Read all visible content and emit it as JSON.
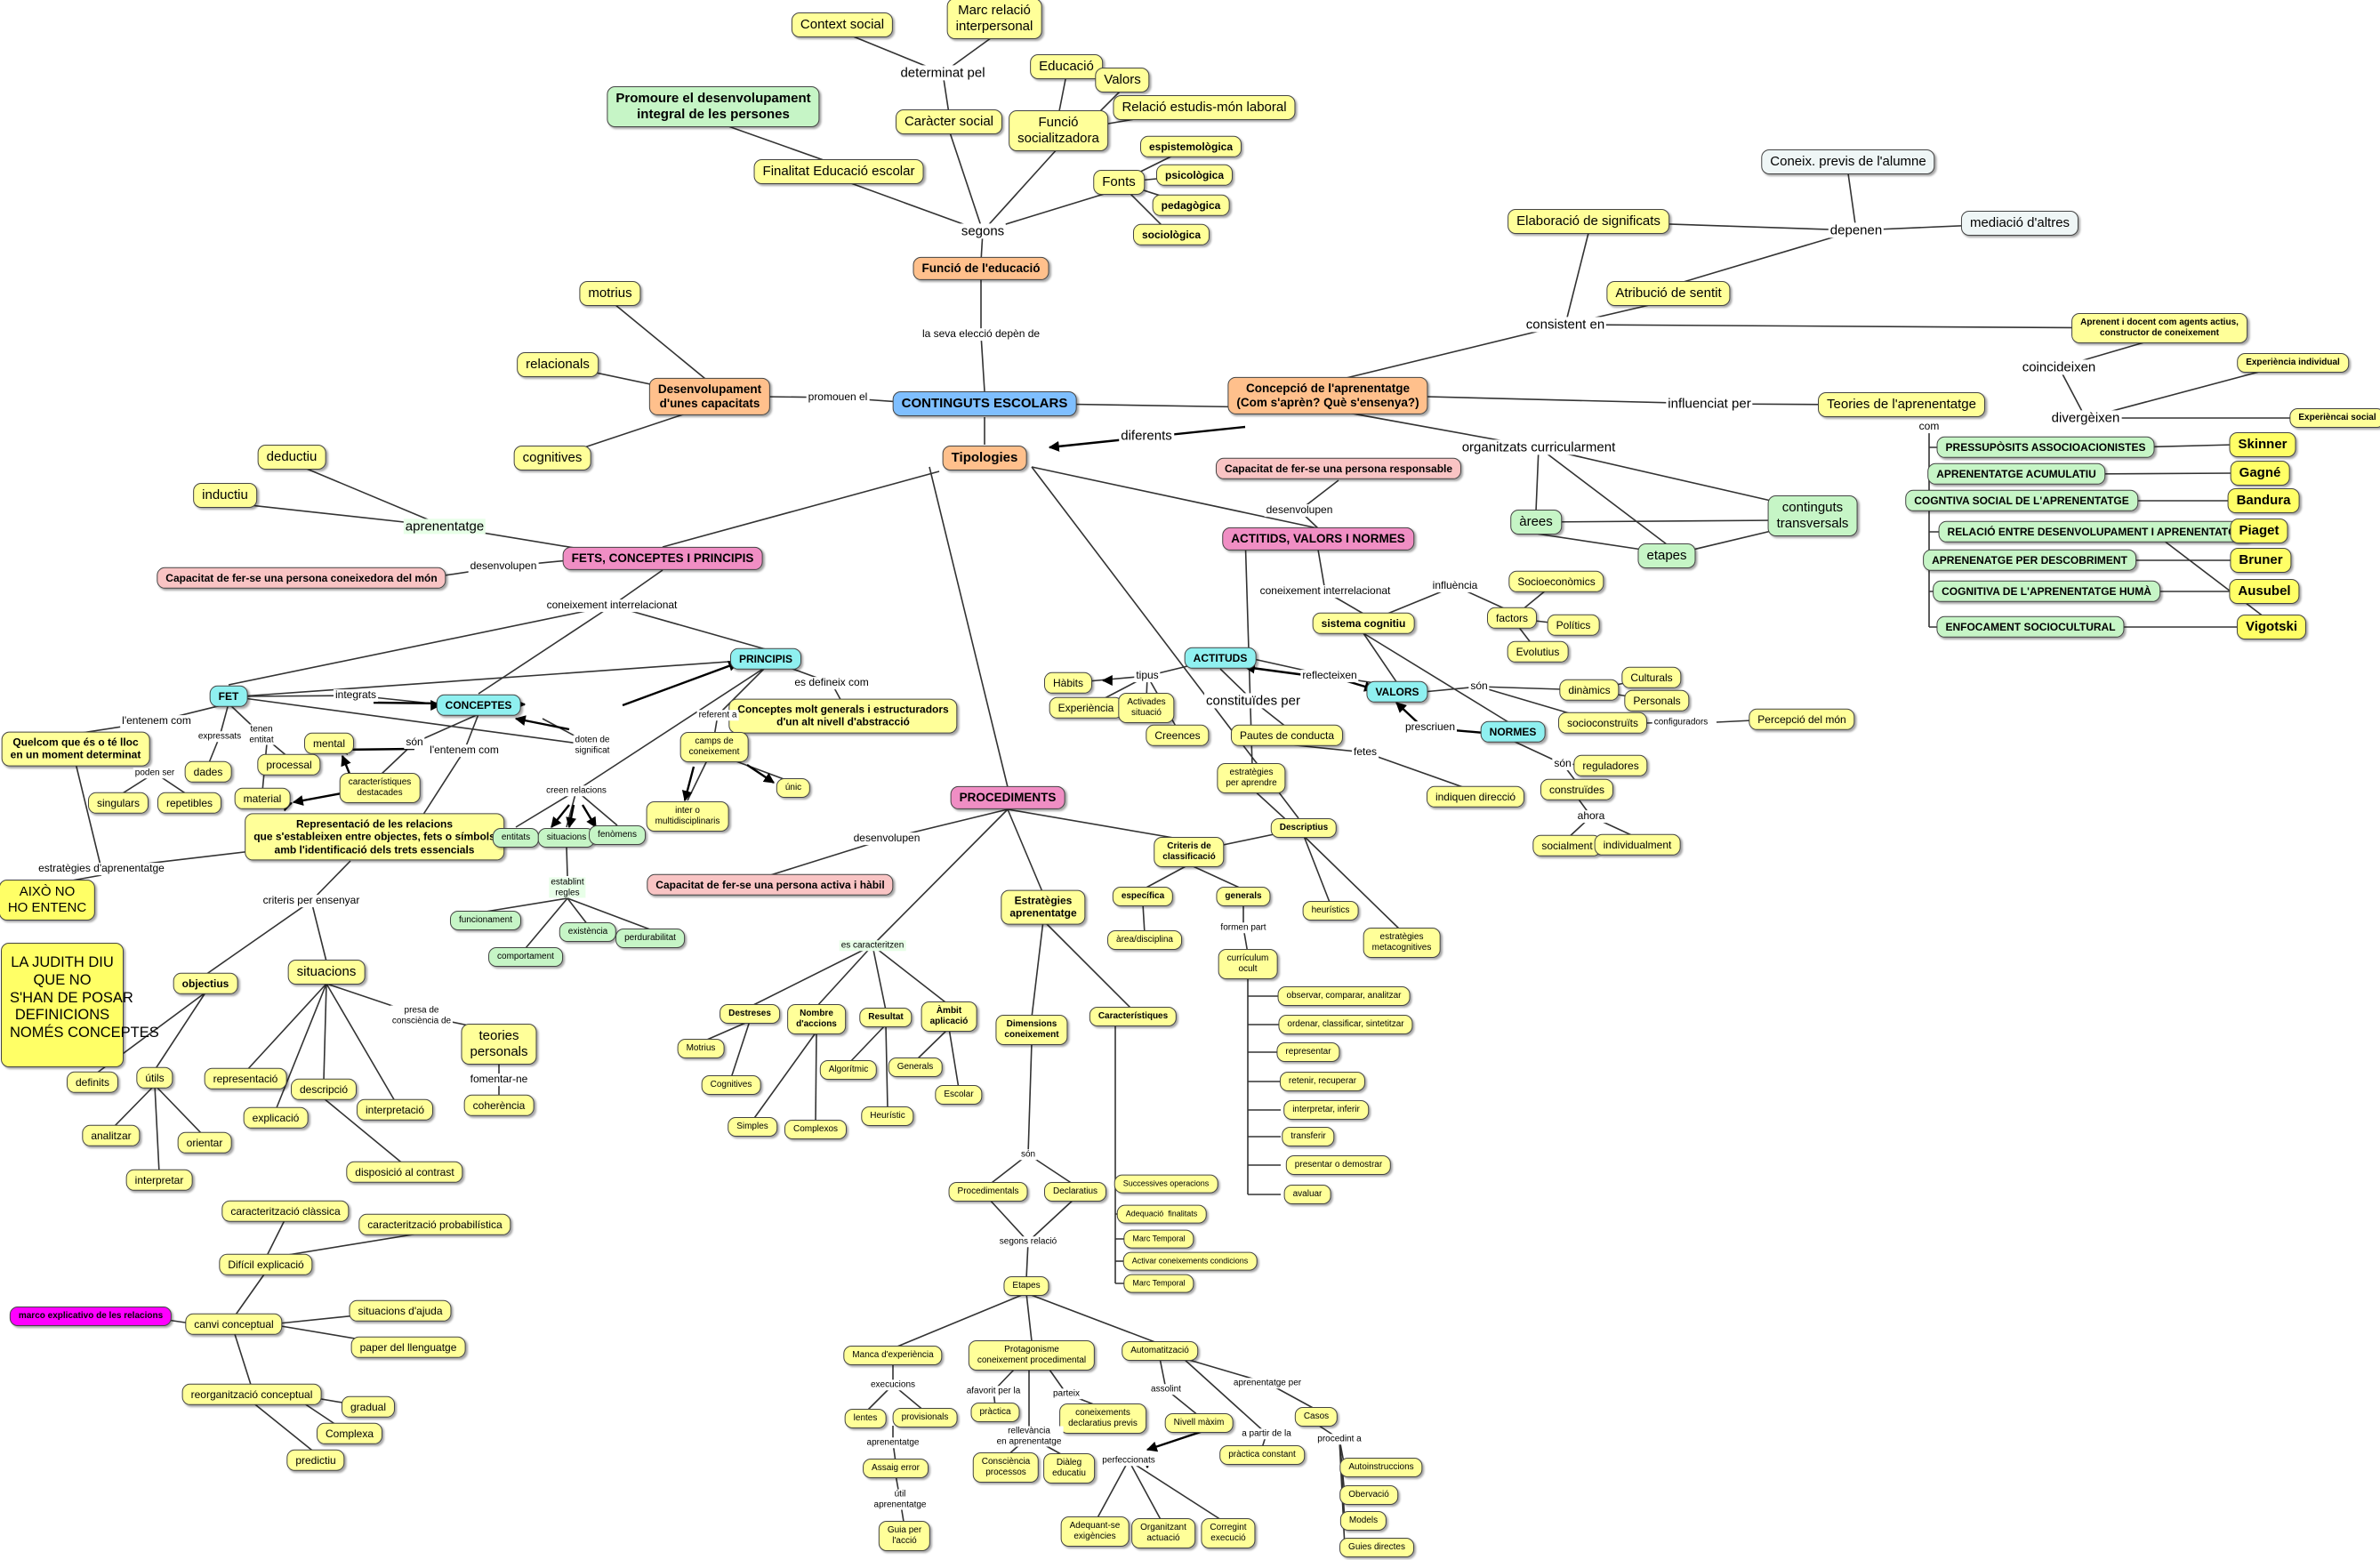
{
  "nodes": {
    "context_social": "Context social",
    "marc_relacio": "Marc relació\ninterpersonal",
    "determinat_pel": "determinat pel",
    "educacio": "Educació",
    "valors_f": "Valors",
    "relacio_estudis": "Relació estudis-món laboral",
    "promoure": "Promoure el desenvolupament\nintegral de les persones",
    "caracter_social": "Caràcter social",
    "funcio_socialitzadora": "Funció\nsocialitzadora",
    "espistemologica": "espistemològica",
    "fonts": "Fonts",
    "psicologica": "psicològica",
    "pedagogica": "pedagògica",
    "sociologica": "sociològica",
    "finalitat": "Finalitat Educació escolar",
    "segons": "segons",
    "funcio_educacio": "Funció de l'educació",
    "seva_eleccio": "la seva elecció depèn de",
    "coneix_previs": "Coneix. previs de l'alumne",
    "elaboracio": "Elaboració de significats",
    "depenen": "depenen",
    "mediacio": "mediació d'altres",
    "atribucio": "Atribució de sentit",
    "consisteix": "consistent en",
    "aprenent_docent": "Aprenent i docent com agents actius,\nconstructor de coneixement",
    "coincideixen": "coincideixen",
    "exp_individual": "Experiència individual",
    "divergeixen": "divergèixen",
    "exp_social": "Experièncai social",
    "motrius": "motrius",
    "relacionals": "relacionals",
    "cognitives": "cognitives",
    "desenvolupament": "Desenvolupament\nd'unes capacitats",
    "promouen": "promouen el",
    "continguts": "CONTINGUTS ESCOLARS",
    "concepcio": "Concepció de l'aprenentatge\n(Com s'aprèn? Què s'ensenya?)",
    "influenciat": "influenciat per",
    "teories": "Teories de l'aprenentatge",
    "com": "com",
    "pressuposits": "PRESSUPÒSITS ASSOCIOACIONISTES",
    "acumulatiu": "APRENENTATGE ACUMULATIU",
    "cognitiva_social": "COGNTIVA SOCIAL DE L'APRENENTATGE",
    "relacio_desenv": "RELACIÓ ENTRE DESENVOLUPAMENT I APRENENTATGE",
    "descobriment": "APRENENATGE PER DESCOBRIMENT",
    "cognitiva_huma": "COGNITIVA DE L'APRENENTATGE HUMÀ",
    "sociocultural": "ENFOCAMENT SOCIOCULTURAL",
    "skinner": "Skinner",
    "gagne": "Gagné",
    "bandura": "Bandura",
    "piaget": "Piaget",
    "bruner": "Bruner",
    "ausubel": "Ausubel",
    "vigotski": "Vigotski",
    "tipologies": "Tipologies",
    "diferents": "diferents",
    "organitzats": "organitzats curricularment",
    "arees": "àrees",
    "etapes": "etapes",
    "transversals": "continguts\ntransversals",
    "cap_responsable": "Capacitat de fer-se una persona responsable",
    "desenvolupen_a": "desenvolupen",
    "actituds_vn": "ACTITIDS, VALORS I NORMES",
    "coneix_interrel_b": "coneixement interrelacionat",
    "influencia": "influència",
    "socioeconomics": "Socioeconòmics",
    "sistema_cognitiu": "sistema cognitiu",
    "factors": "factors",
    "politics": "Polítics",
    "evolutius": "Evolutius",
    "deductiu": "deductiu",
    "inductiu": "inductiu",
    "aprenentatge_n": "aprenentatge",
    "fets_cp": "FETS, CONCEPTES I PRINCIPIS",
    "cap_coneixedora": "Capacitat de fer-se una persona coneixedora del món",
    "desenvolupen_b": "desenvolupen",
    "coneix_interrel_a": "coneixement interrelacionat",
    "principis": "PRINCIPIS",
    "es_defineix": "es defineix com",
    "conceptes_generals": "Conceptes molt generals i estructuradors\nd'un alt nivell d'abstracció",
    "fet": "FET",
    "integrats": "integrats",
    "conceptes": "CONCEPTES",
    "referent_a": "referent a",
    "camps": "camps de\nconeixement",
    "unic": "únic",
    "inter": "inter o\nmultidisciplinaris",
    "lentenem_a": "l'entenem com",
    "expressats": "expressats",
    "tenen_entitat": "tenen\nentitat",
    "mental": "mental",
    "son_c": "són",
    "lentenem_b": "l'entenem com",
    "doten": "doten de\nsignificat",
    "quelcom": "Quelcom que és o té lloc\nen un moment determinat",
    "dades": "dades",
    "processal": "processal",
    "caracteristiques_d": "característiques\ndestacades",
    "poden_ser": "poden ser",
    "singulars": "singulars",
    "repetibles": "repetibles",
    "material": "material",
    "representacio": "Representació de les relacions\nque s'estableixen entre objectes, fets o símbols\namb l'identificació dels trets essencials",
    "creen_relacions": "creen relacions",
    "entitats": "entitats",
    "situacions_g": "situacions",
    "fenomens": "fenòmens",
    "establint": "establint\nregles",
    "estrategies_ap": "estratègies d'aprenentatge",
    "aixo_no": "AIXÒ NO\nHO ENTENC",
    "funcionament": "funcionament",
    "existencia": "existència",
    "perdurabilitat": "perdurabilitat",
    "comportament": "comportament",
    "criteris_ens": "criteris per ensenyar",
    "judith": "LA JUDITH DIU\nQUE NO\nS'HAN DE POSAR\nDEFINICIONS\nNOMÉS CONCEPTES",
    "objectius": "objectius",
    "situacions": "situacions",
    "presa": "presa de\nconsciència de",
    "teories_pers": "teories\npersonals",
    "fomentar": "fomentar-ne",
    "coherencia": "coherència",
    "definits": "definits",
    "utils": "útils",
    "representacio2": "representació",
    "descripcio": "descripció",
    "explicacio": "explicació",
    "interpretacio": "interpretació",
    "analitzar": "analitzar",
    "orientar": "orientar",
    "interpretar": "interpretar",
    "disposicio": "disposició al contrast",
    "caract_classica": "caracterització clàssica",
    "caract_prob": "caracterització probabilística",
    "dificil": "Difícil explicació",
    "marco": "marco explicativo de les relacions",
    "canvi": "canvi conceptual",
    "situacions_ajuda": "situacions d'ajuda",
    "paper_llenguatge": "paper del llenguatge",
    "reorganitzacio": "reorganització conceptual",
    "gradual": "gradual",
    "complexa": "Complexa",
    "predictiu": "predictiu",
    "actituds": "ACTITUDS",
    "tipus": "tipus",
    "habits": "Hàbits",
    "experiencia": "Experiència",
    "activades": "Activades\nsituació",
    "creences": "Creences",
    "reflecteixen": "reflecteixen",
    "valors": "VALORS",
    "son_v": "són",
    "dinamics": "dinàmics",
    "culturals": "Culturals",
    "personals": "Personals",
    "socioconstruits": "socioconstruïts",
    "configuradors": "configuradors",
    "percepcio": "Percepció del món",
    "constituides": "constituïdes per",
    "pautes": "Pautes de conducta",
    "fetes": "fetes",
    "prescriuen": "prescriuen",
    "normes": "NORMES",
    "son_n": "són",
    "reguladores": "reguladores",
    "construides": "construïdes",
    "ahora": "ahora",
    "socialment": "socialment",
    "individualment": "individualment",
    "indiquen": "indiquen direcció",
    "procediments": "PROCEDIMENTS",
    "desenvolupen_c": "desenvolupen",
    "cap_activa": "Capacitat de fer-se una persona activa i hàbil",
    "estrategies_aprenentatge": "Estratègies\naprenentatge",
    "es_caracteritzen": "es caracteritzen",
    "criteris_class": "Criteris de\nclassificació",
    "descriptius": "Descriptius",
    "estrategies_perap": "estratègies\nper aprendre",
    "especifica": "específica",
    "generals": "generals",
    "area": "àrea/disciplina",
    "formen_part": "formen part",
    "curriculum": "currículum\nocult",
    "heuristics": "heurístics",
    "metacognitives": "estratègies\nmetacognitives",
    "observar": "observar, comparar, analitzar",
    "ordenar": "ordenar, classificar, sintetitzar",
    "representar": "representar",
    "retenir": "retenir, recuperar",
    "interpretar_inf": "interpretar, inferir",
    "transferir": "transferir",
    "presentar": "presentar o demostrar",
    "avaluar": "avaluar",
    "destreses": "Destreses",
    "nombre_accions": "Nombre\nd'accions",
    "resultat": "Resultat",
    "ambit": "Àmbit\naplicació",
    "motrius_p": "Motrius",
    "cognitives_p": "Cognitives",
    "simples": "Simples",
    "complexos": "Complexos",
    "algoritmic": "Algorítmic",
    "heuristic": "Heurístic",
    "generals_p": "Generals",
    "escolar": "Escolar",
    "dimensions": "Dimensions\nconeixement",
    "caracteristiques": "Característiques",
    "son_p": "són",
    "procedimentals": "Procedimentals",
    "declaratius": "Declaratius",
    "successives": "Successives operacions",
    "adequacio": "Adequació  finalitats",
    "marc_temp1": "Marc Temporal",
    "activar": "Activar coneixements condicions",
    "marc_temp2": "Marc Temporal",
    "segons_relacio": "segons relació",
    "etapes_p": "Etapes",
    "manca": "Manca d'experiència",
    "protagonisme": "Protagonisme\nconeixement procedimental",
    "automatitzacio": "Automatització",
    "execucions": "execucions",
    "afavorit": "afavorit per la",
    "parteix": "parteix",
    "assolint": "assolint",
    "aprenentatge_per": "aprenentatge per",
    "lentes": "lentes",
    "provisionals": "provisionals",
    "practica": "pràctica",
    "coneixements_decl": "coneixements\ndeclaratius previs",
    "nivell_maxim": "Nivell màxim",
    "a_partir": "a partir de la",
    "casos": "Casos",
    "aprenentatge_l": "aprenentatge",
    "rellevancia": "rellevància\nen aprenentatge",
    "perfeccionats": "perfeccionats",
    "practica_constant": "pràctica constant",
    "procedint": "procedint a",
    "assaig": "Assaig error",
    "consciencia": "Consciència\nprocessos",
    "dialeg": "Diàleg\neducatiu",
    "util_ap": "útil\naprenentatge",
    "guia": "Guia per\nl'acció",
    "adequant": "Adequant-se\nexigències",
    "organitzant": "Organitzant\nactuació",
    "corregint": "Corregint\nexecució",
    "autoinstruccions": "Autoinstruccions",
    "observacio": "Obervació",
    "models": "Models",
    "guies": "Guies directes"
  }
}
